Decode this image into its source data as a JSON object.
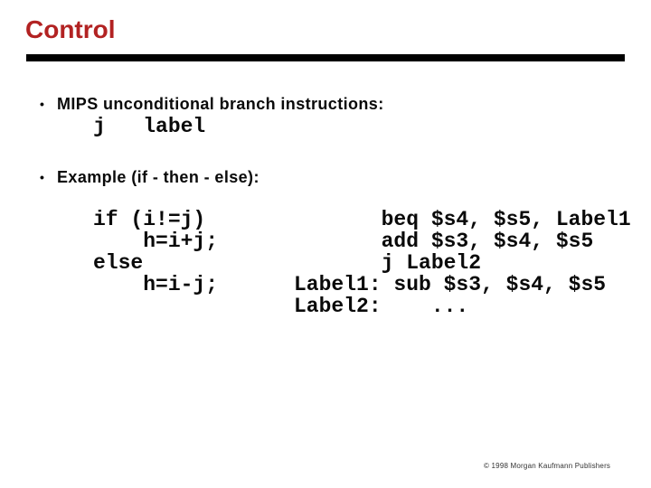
{
  "slide": {
    "title": "Control",
    "bullets": [
      {
        "marker": "•",
        "text": "MIPS unconditional branch instructions:"
      },
      {
        "marker": "•",
        "text": "Example (if - then - else):"
      }
    ],
    "jump_syntax": "j   label",
    "code": {
      "c_source": "if (i!=j)\n    h=i+j;\nelse\n    h=i-j;",
      "assembly": "       beq $s4, $s5, Label1\n       add $s3, $s4, $s5\n       j Label2\nLabel1: sub $s3, $s4, $s5\nLabel2:    ..."
    },
    "footer": "© 1998 Morgan Kaufmann Publishers",
    "colors": {
      "title": "#B22222",
      "rule": "#000000",
      "body": "#0A0A0A"
    }
  }
}
